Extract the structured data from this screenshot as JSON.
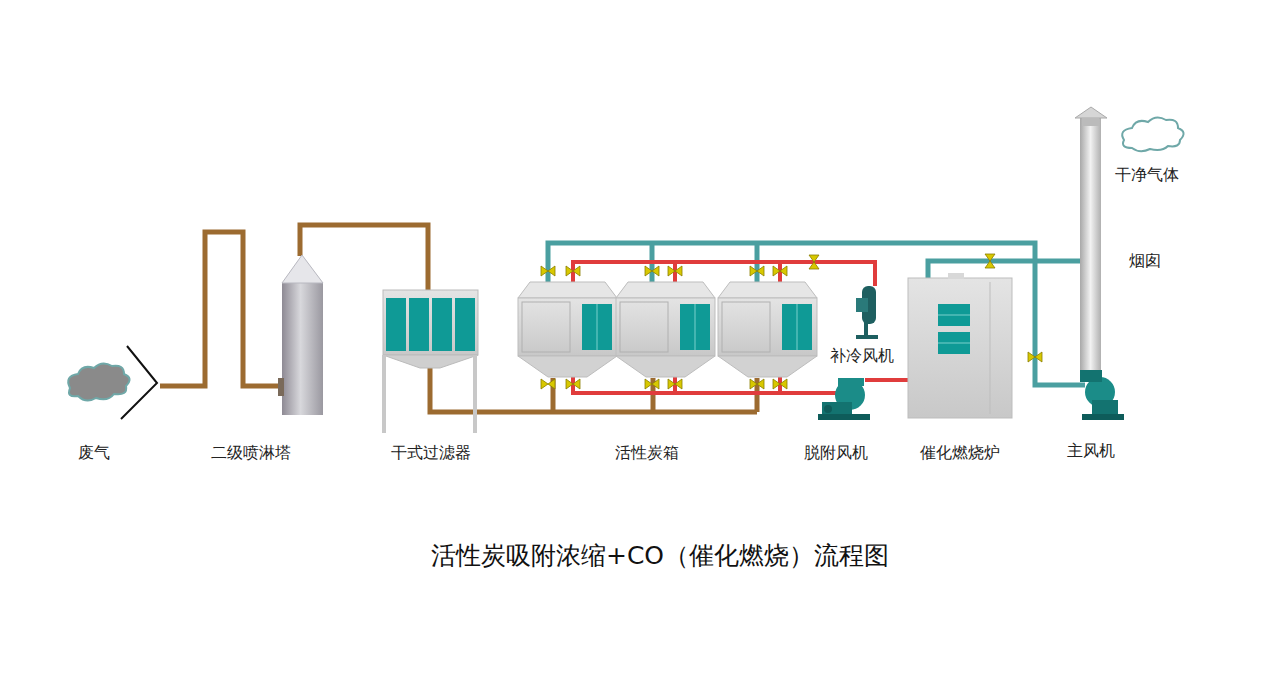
{
  "diagram": {
    "caption": "活性炭吸附浓缩+CO（催化燃烧）流程图",
    "labels": [
      "干净气体",
      "烟囱",
      "补冷风机",
      "废气",
      "二级喷淋塔",
      "干式过滤器",
      "活性炭箱",
      "脱附风机",
      "催化燃烧炉",
      "主风机"
    ]
  }
}
